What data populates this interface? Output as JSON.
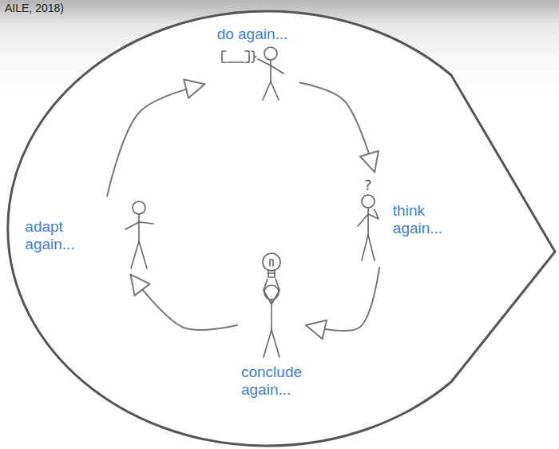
{
  "diagram": {
    "nodes": [
      {
        "text": [
          "do again..."
        ]
      },
      {
        "text": [
          "think again..."
        ]
      },
      {
        "text": [
          "conclude again..."
        ]
      },
      {
        "text": [
          "adapt again..."
        ]
      }
    ],
    "edges": [
      {
        "from": 0,
        "to": 1,
        "arrow": "to"
      },
      {
        "from": 1,
        "to": 2,
        "arrow": "to"
      },
      {
        "from": 2,
        "to": 3,
        "arrow": "to"
      },
      {
        "from": 3,
        "to": 0,
        "arrow": "to"
      }
    ],
    "labels": [
      "AILE, 2018)",
      "?"
    ]
  }
}
